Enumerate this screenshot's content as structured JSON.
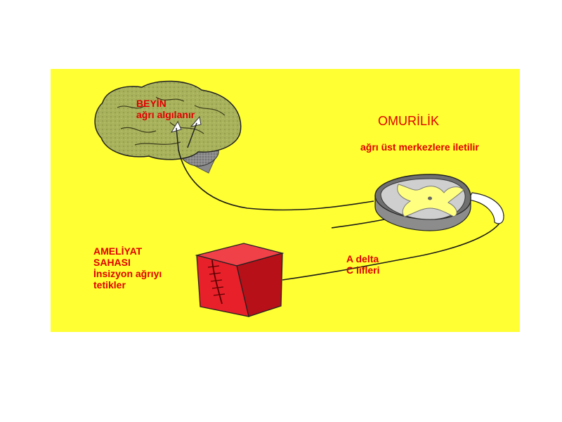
{
  "colors": {
    "background": "#ffff33",
    "label_text": "#e00000",
    "brain_fill": "#a8b25c",
    "box_front": "#e8202a",
    "box_top": "#f04048",
    "box_side": "#b81018",
    "nerve": "#1a1a1a",
    "spinal_white_matter": "#707070",
    "spinal_grey_matter": "#ffff80"
  },
  "labels": {
    "brain": {
      "title": "BEYİN",
      "subtitle": "ağrı algılanır"
    },
    "spinal_cord": {
      "title": "OMURİLİK",
      "subtitle": "ağrı üst merkezlere iletilir"
    },
    "surgery_site": {
      "line1": "AMELİYAT",
      "line2": "SAHASI",
      "line3": "İnsizyon ağrıyı",
      "line4": "tetikler"
    },
    "fibers": {
      "line1": "A delta",
      "line2": "C lifleri"
    }
  },
  "icons": {
    "brain": "brain-icon",
    "spinal_cord": "spinal-cord-cross-section-icon",
    "tissue": "tissue-block-icon",
    "arrow": "arrow-up-icon"
  }
}
